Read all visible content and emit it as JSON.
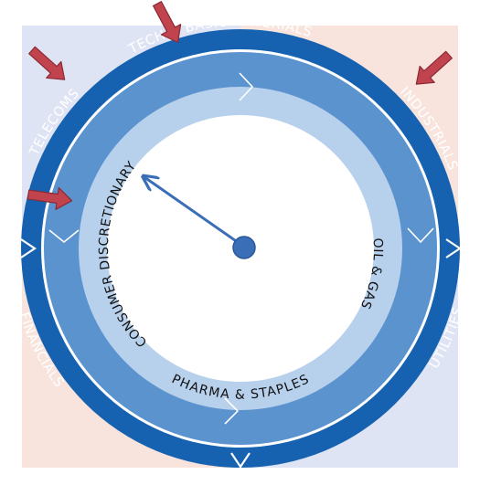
{
  "outer_ring": {
    "labels": [
      {
        "id": "telecoms",
        "text": "TELECOMS"
      },
      {
        "id": "tech",
        "text": "TECH & BASIC MATERIALS"
      },
      {
        "id": "industrials",
        "text": "INDUSTRIALS"
      },
      {
        "id": "utilities",
        "text": "UTILITIES"
      },
      {
        "id": "financials",
        "text": "FINANCIALS"
      }
    ]
  },
  "inner_ring": {
    "labels": [
      {
        "id": "consumer",
        "text": "CONSUMER DISCRETIONARY"
      },
      {
        "id": "oil",
        "text": "OIL & GAS"
      },
      {
        "id": "pharma",
        "text": "PHARMA & STAPLES"
      }
    ]
  },
  "colors": {
    "outer_ring": "#1762b0",
    "middle_ring": "#5b93cf",
    "inner_ring": "#b7d0ec",
    "pointer": "#3a6fb7",
    "arrow": "#c0434e",
    "bg_left": "#dfe4f5",
    "bg_right": "#f8e4dc"
  },
  "icons": [
    "pointer-arrow-icon",
    "red-arrow-icon"
  ]
}
